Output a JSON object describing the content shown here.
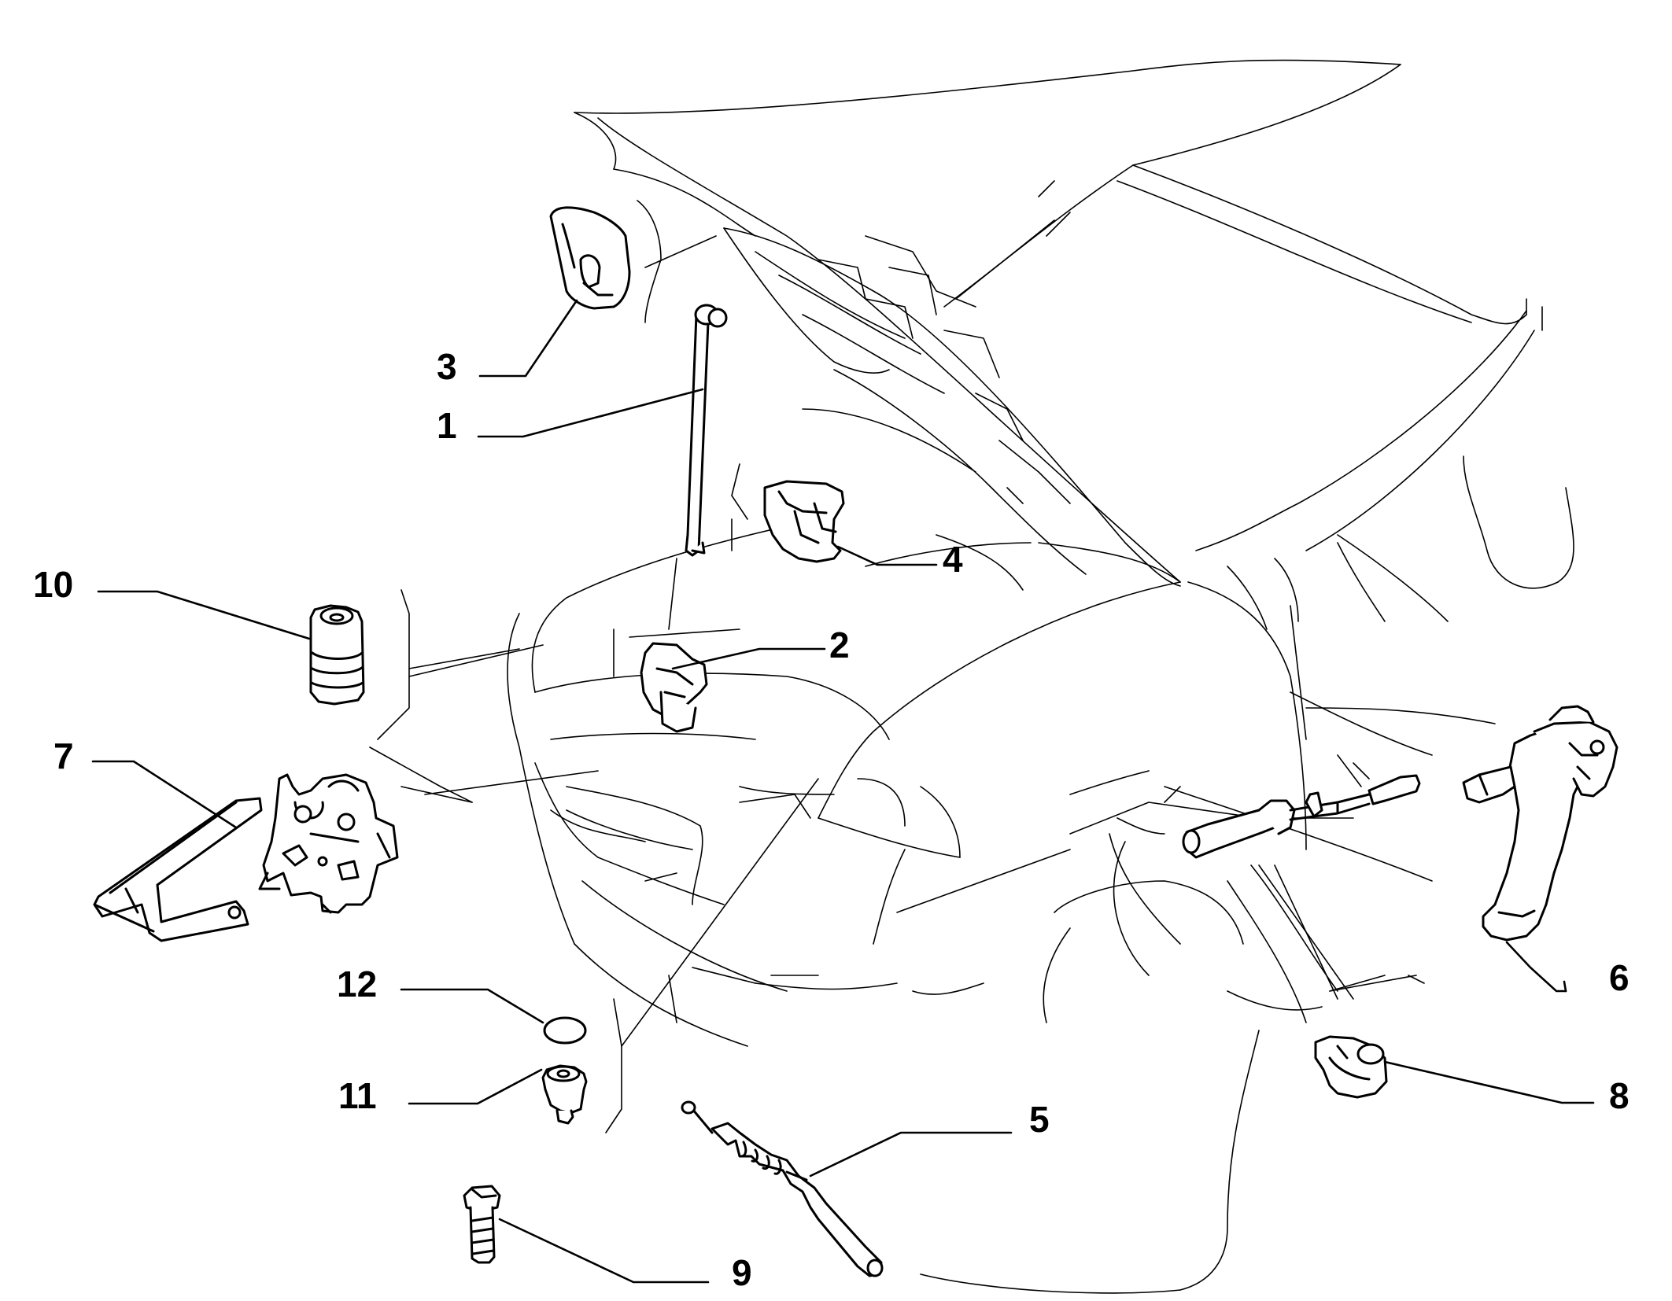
{
  "callouts": [
    {
      "id": "1",
      "text": "1"
    },
    {
      "id": "2",
      "text": "2"
    },
    {
      "id": "3",
      "text": "3"
    },
    {
      "id": "4",
      "text": "4"
    },
    {
      "id": "5",
      "text": "5"
    },
    {
      "id": "6",
      "text": "6"
    },
    {
      "id": "7",
      "text": "7"
    },
    {
      "id": "8",
      "text": "8"
    },
    {
      "id": "9",
      "text": "9"
    },
    {
      "id": "10",
      "text": "10"
    },
    {
      "id": "11",
      "text": "11"
    },
    {
      "id": "12",
      "text": "12"
    }
  ],
  "icons": {
    "car_outline": "car-front-outline-icon",
    "hood_prop_rod": "prop-rod-icon",
    "hood_latch": "hood-latch-icon",
    "release_cable": "release-cable-icon",
    "release_handle": "release-handle-icon"
  }
}
